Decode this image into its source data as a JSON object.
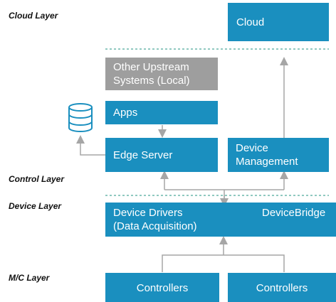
{
  "layers": {
    "cloud": "Cloud Layer",
    "control": "Control  Layer",
    "device": "Device Layer",
    "mc": "M/C Layer"
  },
  "boxes": {
    "cloud": "Cloud",
    "other_upstream_line1": "Other Upstream",
    "other_upstream_line2": "Systems  (Local)",
    "apps": "Apps",
    "edge_server": "Edge Server",
    "device_mgmt_line1": "Device",
    "device_mgmt_line2": "Management",
    "device_drivers_line1": "Device Drivers",
    "device_drivers_line2": "(Data Acquisition)",
    "device_bridge": "DeviceBridge",
    "controllers_left": "Controllers",
    "controllers_right": "Controllers"
  },
  "icons": {
    "database": "database-icon"
  },
  "colors": {
    "box_blue": "#1a8fbf",
    "box_gray": "#9e9e9e",
    "connector": "#a6a6a6",
    "divider": "#4ea99a"
  }
}
